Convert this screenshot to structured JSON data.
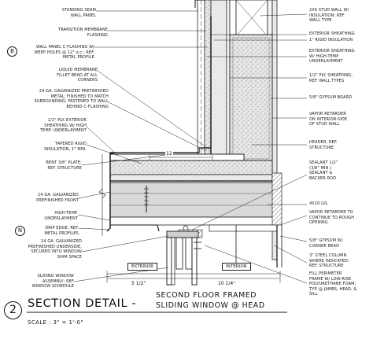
{
  "left_callouts": [
    {
      "id": "standing-seam",
      "text": "STANDING SEAM\nWALL PANEL"
    },
    {
      "id": "transition-membrane",
      "text": "TRANSITION MEMBRANE\nFLASHING"
    },
    {
      "id": "wall-panel-flashing",
      "text": "WALL PANEL C-FLASHING W/\nWEEP HOLES @ 12\" o.c.; REF.\nMETAL PROFILE"
    },
    {
      "id": "liquid-membrane",
      "text": "LIQUID MEMBRANE\nFILLET BEAD AT ALL\nCORNERS"
    },
    {
      "id": "galv-metal-1",
      "text": "24 GA. GALVANIZED PREFINISHED\nMETAL; FINISHED TO MATCH\nSURROUNDING; FASTENED TO WALL\nBEHIND C-FLASHING"
    },
    {
      "id": "ply-exterior",
      "text": "1/2\" PLY. EXTERIOR\nSHEATHING W/ HIGH\nTEMP. UNDERLAYMENT"
    },
    {
      "id": "tapered-rigid",
      "text": "TAPERED RIGID\nINSULATION, 1\" MIN."
    },
    {
      "id": "bent-plate",
      "text": "BENT 3/8\" PLATE;\nREF. STRUCTURE"
    },
    {
      "id": "galv-front",
      "text": "24 GA. GALVANIZED\nPREFINISHED FRONT"
    },
    {
      "id": "high-temp",
      "text": "HIGH-TEMP.\nUNDERLAYMENT"
    },
    {
      "id": "drip-edge",
      "text": "DRIP EDGE; REF.\nMETAL PROFILES"
    },
    {
      "id": "galv-underside",
      "text": "24 GA. GALVANIZED\nPREFINISHED UNDERSIDE,\nSECURED INTO WINDOW\nSHIM SPACE"
    },
    {
      "id": "sliding-window",
      "text": "SLIDING WINDOW\nASSEMBLY; REF\nWINDOW SCHEDULE"
    }
  ],
  "right_callouts": [
    {
      "id": "stud-wall",
      "text": "2X6 STUD WALL W/\nINSULATION; REF.\nWALL TYPE"
    },
    {
      "id": "exterior-sheathing",
      "text": "EXTERIOR SHEATHING"
    },
    {
      "id": "rigid-insulation",
      "text": "1\" RIGID INSULATION"
    },
    {
      "id": "exterior-sheathing-ht",
      "text": "EXTERIOR SHEATHING\nW/ HIGH-TEMP\nUNDERLAYMENT"
    },
    {
      "id": "ply-sheathing",
      "text": "1/2\" PLY. SHEATHING;\nREF. WALL TYPES"
    },
    {
      "id": "gypsum-board-1",
      "text": "5/8\" GYPSUM BOARD"
    },
    {
      "id": "vapor-retarder-1",
      "text": "VAPOR RETARDER\nON INTERIOR-SIDE\nOF STUD WALL"
    },
    {
      "id": "header",
      "text": "HEADER, REF.\nSTRUCTURE"
    },
    {
      "id": "sealant",
      "text": "SEALANT 1/2\"\n(3/8\" MIN.)\nSEALANT &\nBACKER ROD"
    },
    {
      "id": "lvl",
      "text": "4X10 LVL"
    },
    {
      "id": "vapor-retarder-2",
      "text": "VAPOR RETARDER TO\nCONTINUE TO ROUGH\nOPENING"
    },
    {
      "id": "gypsum-board-2",
      "text": "5/8\" GYPSUM W/\nCORNER BEAD"
    },
    {
      "id": "steel-column",
      "text": "3\" STEEL COLUMN\nWHERE INDICATED;\nREF. STRUCTURE"
    },
    {
      "id": "fill-perimeter",
      "text": "FILL PERIMETER\nFRAME W/ LOW-RISE\nPOLYURETHANE FOAM;\nTYP. @ JAMBS, HEAD, &\nSILL"
    }
  ],
  "tags": {
    "b": "B",
    "n": "N"
  },
  "dimension_12": "12",
  "rooms": {
    "exterior": "EXTERIOR",
    "interior": "INTERIOR"
  },
  "dimensions": {
    "left": "5 1/2\"",
    "right": "10 1/4\""
  },
  "title": {
    "number": "2",
    "main": "SECTION DETAIL -",
    "line1": "SECOND FLOOR FRAMED",
    "line2": "SLIDING WINDOW @ HEAD",
    "scale": "SCALE : 3\" = 1'-0\""
  }
}
